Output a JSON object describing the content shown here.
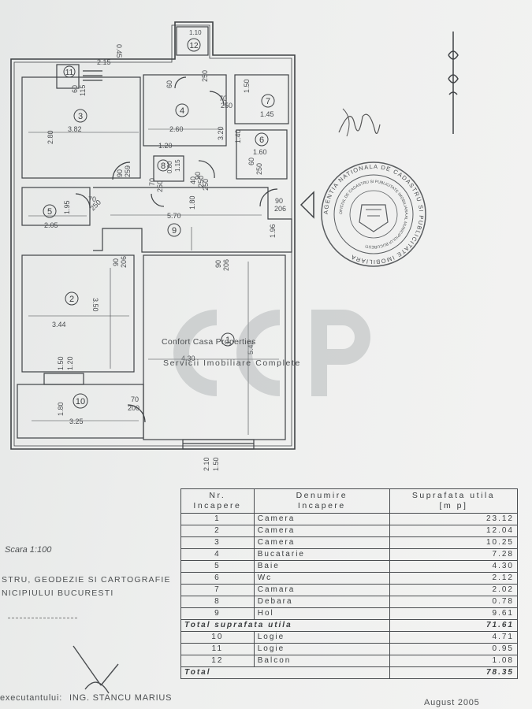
{
  "plan": {
    "rooms": [
      {
        "id": "1",
        "label": "1"
      },
      {
        "id": "2",
        "label": "2"
      },
      {
        "id": "3",
        "label": "3"
      },
      {
        "id": "4",
        "label": "4"
      },
      {
        "id": "5",
        "label": "5"
      },
      {
        "id": "6",
        "label": "6"
      },
      {
        "id": "7",
        "label": "7"
      },
      {
        "id": "8",
        "label": "8"
      },
      {
        "id": "9",
        "label": "9"
      },
      {
        "id": "10",
        "label": "10"
      },
      {
        "id": "11",
        "label": "11"
      },
      {
        "id": "12",
        "label": "12"
      }
    ],
    "dims": {
      "d_215": "2.15",
      "d_045": "0.45",
      "d_110": "1.10",
      "d_382": "3.82",
      "d_280": "2.80",
      "d_260": "2.60",
      "d_120a": "1.20",
      "d_320": "3.20",
      "d_150a": "1.50",
      "d_145": "1.45",
      "d_140": "1.40",
      "d_160": "1.60",
      "d_205": "2.05",
      "d_195": "1.95",
      "d_570": "5.70",
      "d_180a": "1.80",
      "d_196": "1.96",
      "d_344": "3.44",
      "d_350": "3.50",
      "d_430": "4.30",
      "d_542": "5.42",
      "d_180b": "1.80",
      "d_325": "3.25",
      "d_150b": "1.50",
      "d_120b": "1.20",
      "d_210": "2.10",
      "d_150c": "1.50"
    },
    "doors": {
      "d1a": "90",
      "d1b": "259",
      "d2a": "90",
      "d2b": "250",
      "d3a": "70",
      "d3b": "250",
      "d4a": "60",
      "d4b": "250",
      "d5a": "90",
      "d5b": "206",
      "d6a": "90",
      "d6b": "206",
      "d7a": "90",
      "d7b": "206",
      "d8a": "70",
      "d8b": "200",
      "d9a": "70",
      "d9b": "250",
      "d10a": "60",
      "d10b": "250",
      "d11a": "70",
      "d11b": "250",
      "d12a": "60",
      "d12b": "115",
      "d13a": "0.80",
      "d13b": "1.15",
      "d14a": "40",
      "d14b": "250"
    }
  },
  "watermark": {
    "line1": "Confort Casa Properties",
    "line2": "Servicii Imobiliare Complete"
  },
  "stamp": {
    "outer_text": "AGENTIA NATIONALA DE CADASTRU SI PUBLICITATE IMOBILIARA",
    "inner_text": "OFICIUL DE CADASTRU SI PUBLICITATE IMOBILIARA AL MUNICIPIULUI BUCURESTI"
  },
  "scale": "Scara 1:100",
  "institution": {
    "line1": "STRU, GEODEZIE SI CARTOGRAFIE",
    "line2": "NICIPIULUI BUCURESTI"
  },
  "executant_label": "executantului:",
  "engineer": "ING. STANCU MARIUS",
  "date": "August 2005",
  "table": {
    "h_nr": "Nr.",
    "h_nr2": "Incapere",
    "h_name": "Denumire",
    "h_name2": "Incapere",
    "h_area": "Suprafata utila",
    "h_area2": "[m p]",
    "rows": [
      {
        "nr": "1",
        "name": "Camera",
        "area": "23.12"
      },
      {
        "nr": "2",
        "name": "Camera",
        "area": "12.04"
      },
      {
        "nr": "3",
        "name": "Camera",
        "area": "10.25"
      },
      {
        "nr": "4",
        "name": "Bucatarie",
        "area": "7.28"
      },
      {
        "nr": "5",
        "name": "Baie",
        "area": "4.30"
      },
      {
        "nr": "6",
        "name": "Wc",
        "area": "2.12"
      },
      {
        "nr": "7",
        "name": "Camara",
        "area": "2.02"
      },
      {
        "nr": "8",
        "name": "Debara",
        "area": "0.78"
      },
      {
        "nr": "9",
        "name": "Hol",
        "area": "9.61"
      }
    ],
    "subtotal_label": "Total suprafata utila",
    "subtotal_value": "71.61",
    "extra_rows": [
      {
        "nr": "10",
        "name": "Logie",
        "area": "4.71"
      },
      {
        "nr": "11",
        "name": "Logie",
        "area": "0.95"
      },
      {
        "nr": "12",
        "name": "Balcon",
        "area": "1.08"
      }
    ],
    "total_label": "Total",
    "total_value": "78.35"
  }
}
